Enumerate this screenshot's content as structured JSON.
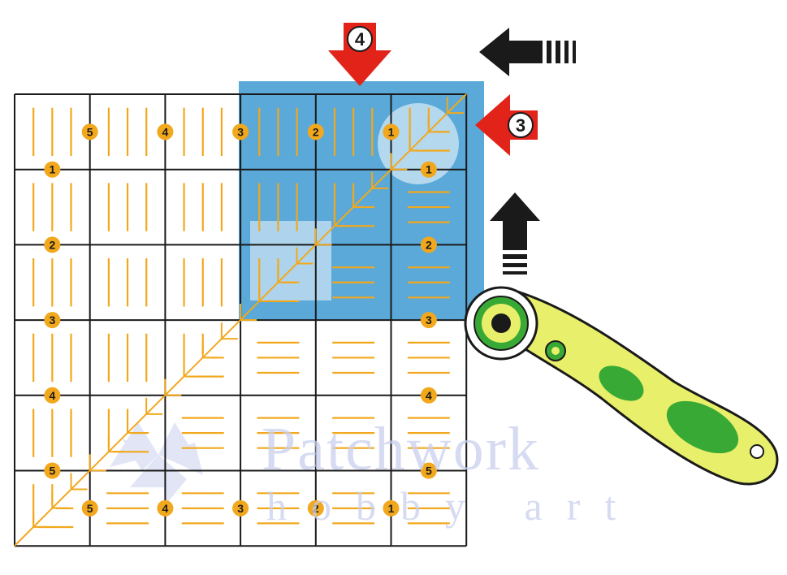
{
  "colors": {
    "fabric": "#5aa9d8",
    "ruler_mark": "#f2a81d",
    "grid_line": "#1a1a1a",
    "arrow_red": "#e2231a",
    "arrow_black": "#1a1a1a",
    "cutter_body": "#e8ef6a",
    "cutter_accent": "#39a935",
    "watermark": "#c9d0ee"
  },
  "ruler": {
    "top_numbers": [
      "5",
      "4",
      "3",
      "2",
      "1"
    ],
    "bottom_numbers": [
      "5",
      "4",
      "3",
      "2",
      "1"
    ],
    "left_numbers": [
      "1",
      "2",
      "3",
      "4",
      "5"
    ],
    "right_numbers": [
      "1",
      "2",
      "3",
      "4",
      "5"
    ]
  },
  "steps": {
    "top": "4",
    "right": "3"
  },
  "watermark": {
    "line1": "Patchwork",
    "line2": "hobby art"
  }
}
